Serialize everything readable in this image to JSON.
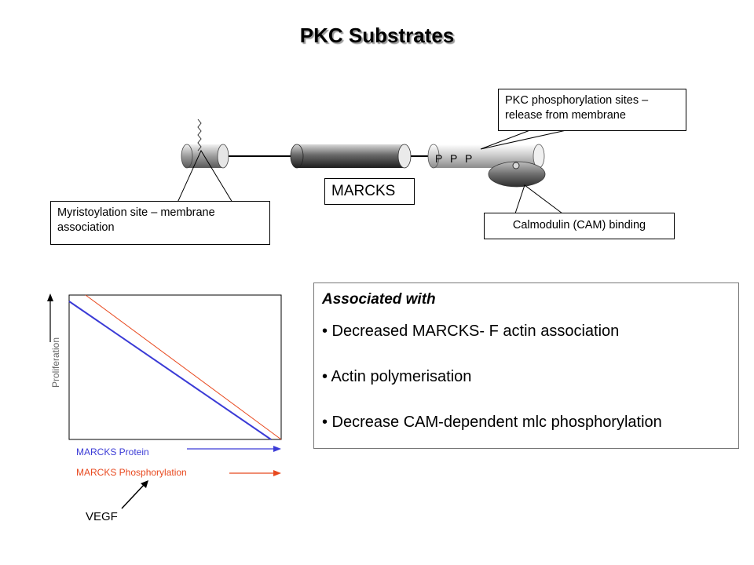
{
  "title": "PKC Substrates",
  "molecule": {
    "name": "MARCKS",
    "phosphorylation_marks": "P P P",
    "callouts": {
      "myristoylation": "Myristoylation site – membrane association",
      "pkc_sites": "PKC phosphorylation sites – release from membrane",
      "calmodulin": "Calmodulin (CAM) binding"
    }
  },
  "graph": {
    "y_label": "Proliferation",
    "series": [
      {
        "name": "MARCKS Protein",
        "color": "#3b3bd6"
      },
      {
        "name": "MARCKS Phosphorylation",
        "color": "#e8491f"
      }
    ],
    "stimulus": "VEGF"
  },
  "associated": {
    "heading": "Associated with",
    "items": [
      "• Decreased MARCKS- F actin association",
      "• Actin polymerisation",
      "• Decrease CAM-dependent mlc phosphorylation"
    ]
  }
}
